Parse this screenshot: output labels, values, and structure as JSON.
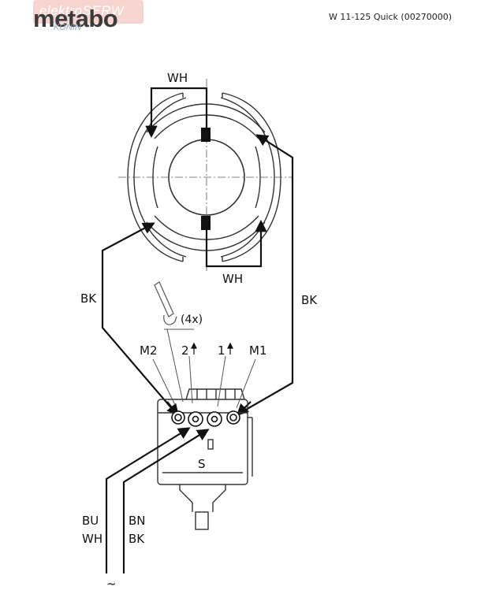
{
  "header": {
    "brand": "metabo",
    "watermark_text": "elektroSERW",
    "watermark_sub": "KONIN",
    "model": "W 11-125 Quick (00270000)"
  },
  "diagram": {
    "label_wh_top": "WH",
    "label_wh_bottom": "WH",
    "label_bk_left": "BK",
    "label_bk_right": "BK",
    "label_4x": "(4x)",
    "label_m2": "M2",
    "label_2": "2",
    "label_1": "1",
    "label_m1": "M1",
    "label_s": "S",
    "label_bu": "BU",
    "label_wh_cable": "WH",
    "label_bn": "BN",
    "label_bk_cable": "BK",
    "label_ac": "~"
  }
}
